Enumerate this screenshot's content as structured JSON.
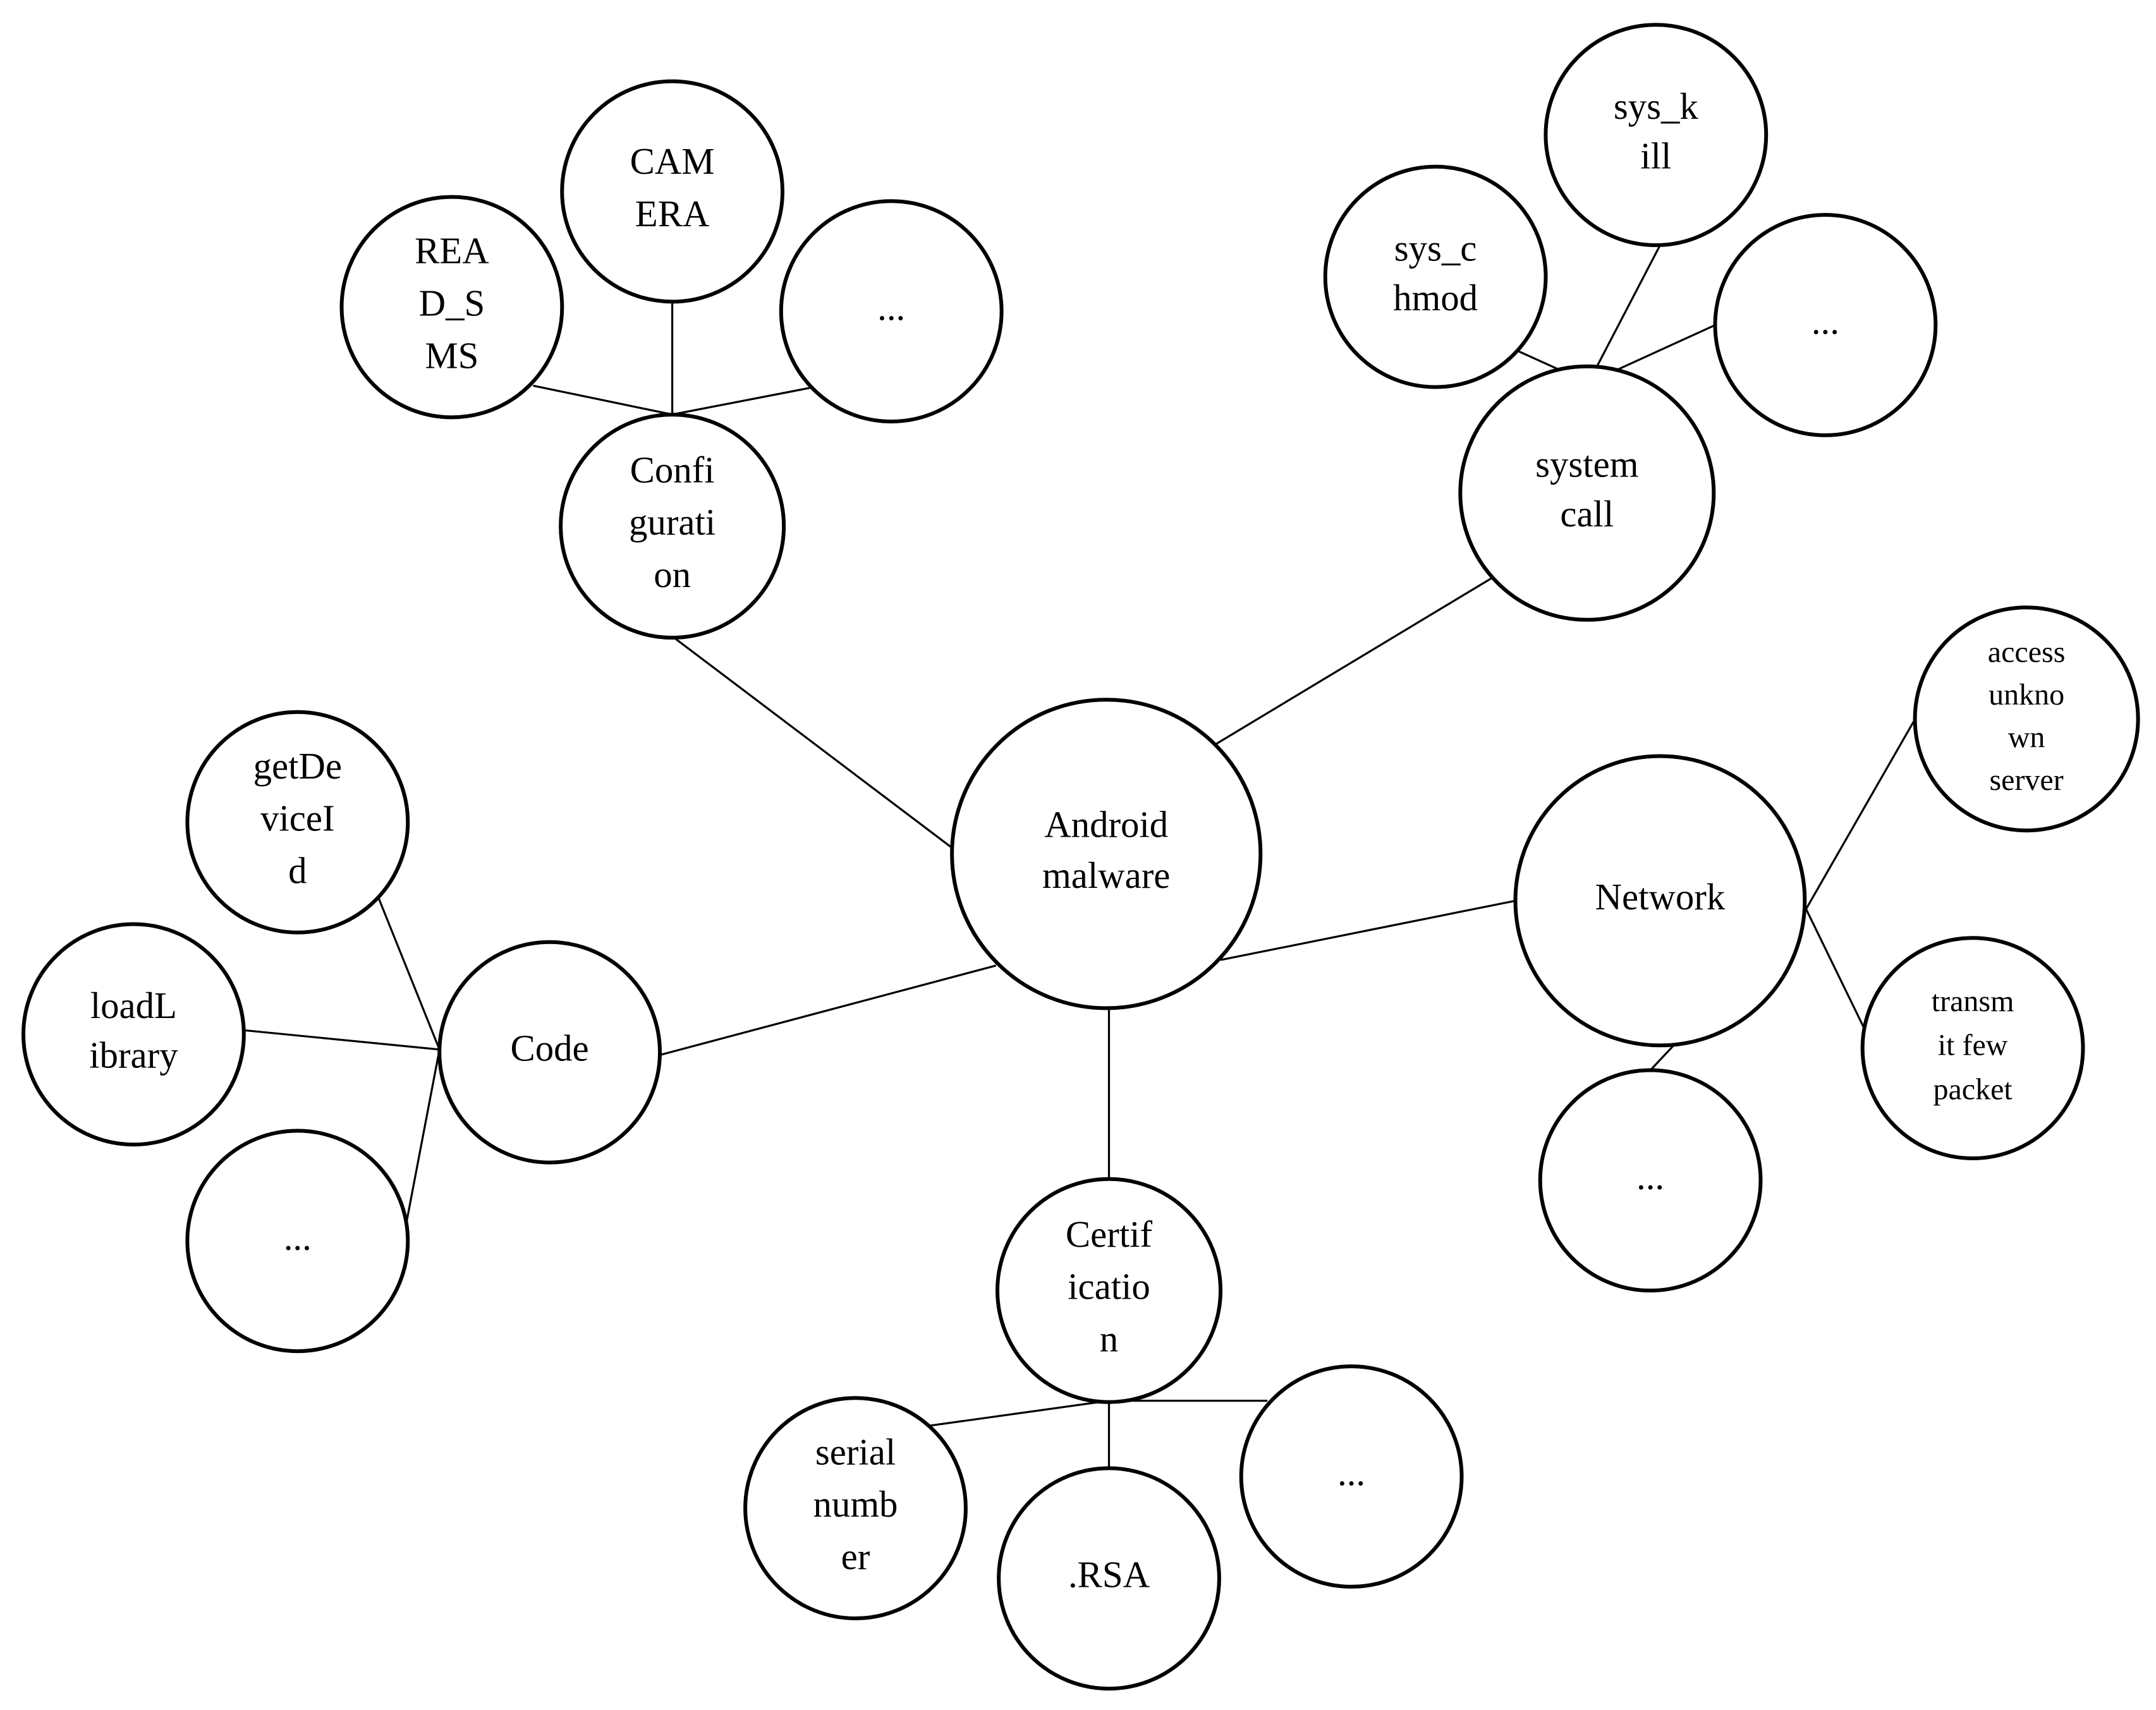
{
  "diagram": {
    "type": "tree",
    "root": "android_malware",
    "colors": {
      "stroke": "#000000",
      "fill": "#ffffff",
      "text": "#000000"
    },
    "nodes": [
      {
        "id": "android_malware",
        "lines": [
          "Android",
          "malware"
        ]
      },
      {
        "id": "configuration",
        "lines": [
          "Confi",
          "gurati",
          "on"
        ]
      },
      {
        "id": "read_sms",
        "lines": [
          "REA",
          "D_S",
          "MS"
        ]
      },
      {
        "id": "camera",
        "lines": [
          "CAM",
          "ERA"
        ]
      },
      {
        "id": "configuration_more",
        "lines": [
          "..."
        ]
      },
      {
        "id": "system_call",
        "lines": [
          "system",
          "call"
        ]
      },
      {
        "id": "sys_chmod",
        "lines": [
          "sys_c",
          "hmod"
        ]
      },
      {
        "id": "sys_kill",
        "lines": [
          "sys_k",
          "ill"
        ]
      },
      {
        "id": "system_call_more",
        "lines": [
          "..."
        ]
      },
      {
        "id": "code",
        "lines": [
          "Code"
        ]
      },
      {
        "id": "get_device_id",
        "lines": [
          "getDe",
          "viceI",
          "d"
        ]
      },
      {
        "id": "load_library",
        "lines": [
          "loadL",
          "ibrary"
        ]
      },
      {
        "id": "code_more",
        "lines": [
          "..."
        ]
      },
      {
        "id": "network",
        "lines": [
          "Network"
        ]
      },
      {
        "id": "access_unknown_server",
        "lines": [
          "access",
          "unkno",
          "wn",
          "server"
        ]
      },
      {
        "id": "transmit_few_packet",
        "lines": [
          "transm",
          "it few",
          "packet"
        ]
      },
      {
        "id": "network_more",
        "lines": [
          "..."
        ]
      },
      {
        "id": "certification",
        "lines": [
          "Certif",
          "icatio",
          "n"
        ]
      },
      {
        "id": "serial_number",
        "lines": [
          "serial",
          "numb",
          "er"
        ]
      },
      {
        "id": "rsa",
        "lines": [
          ".RSA"
        ]
      },
      {
        "id": "certification_more",
        "lines": [
          "..."
        ]
      }
    ],
    "edges": [
      [
        "android_malware",
        "configuration"
      ],
      [
        "android_malware",
        "system_call"
      ],
      [
        "android_malware",
        "code"
      ],
      [
        "android_malware",
        "network"
      ],
      [
        "android_malware",
        "certification"
      ],
      [
        "configuration",
        "read_sms"
      ],
      [
        "configuration",
        "camera"
      ],
      [
        "configuration",
        "configuration_more"
      ],
      [
        "system_call",
        "sys_chmod"
      ],
      [
        "system_call",
        "sys_kill"
      ],
      [
        "system_call",
        "system_call_more"
      ],
      [
        "code",
        "get_device_id"
      ],
      [
        "code",
        "load_library"
      ],
      [
        "code",
        "code_more"
      ],
      [
        "network",
        "access_unknown_server"
      ],
      [
        "network",
        "transmit_few_packet"
      ],
      [
        "network",
        "network_more"
      ],
      [
        "certification",
        "serial_number"
      ],
      [
        "certification",
        "rsa"
      ],
      [
        "certification",
        "certification_more"
      ]
    ]
  }
}
